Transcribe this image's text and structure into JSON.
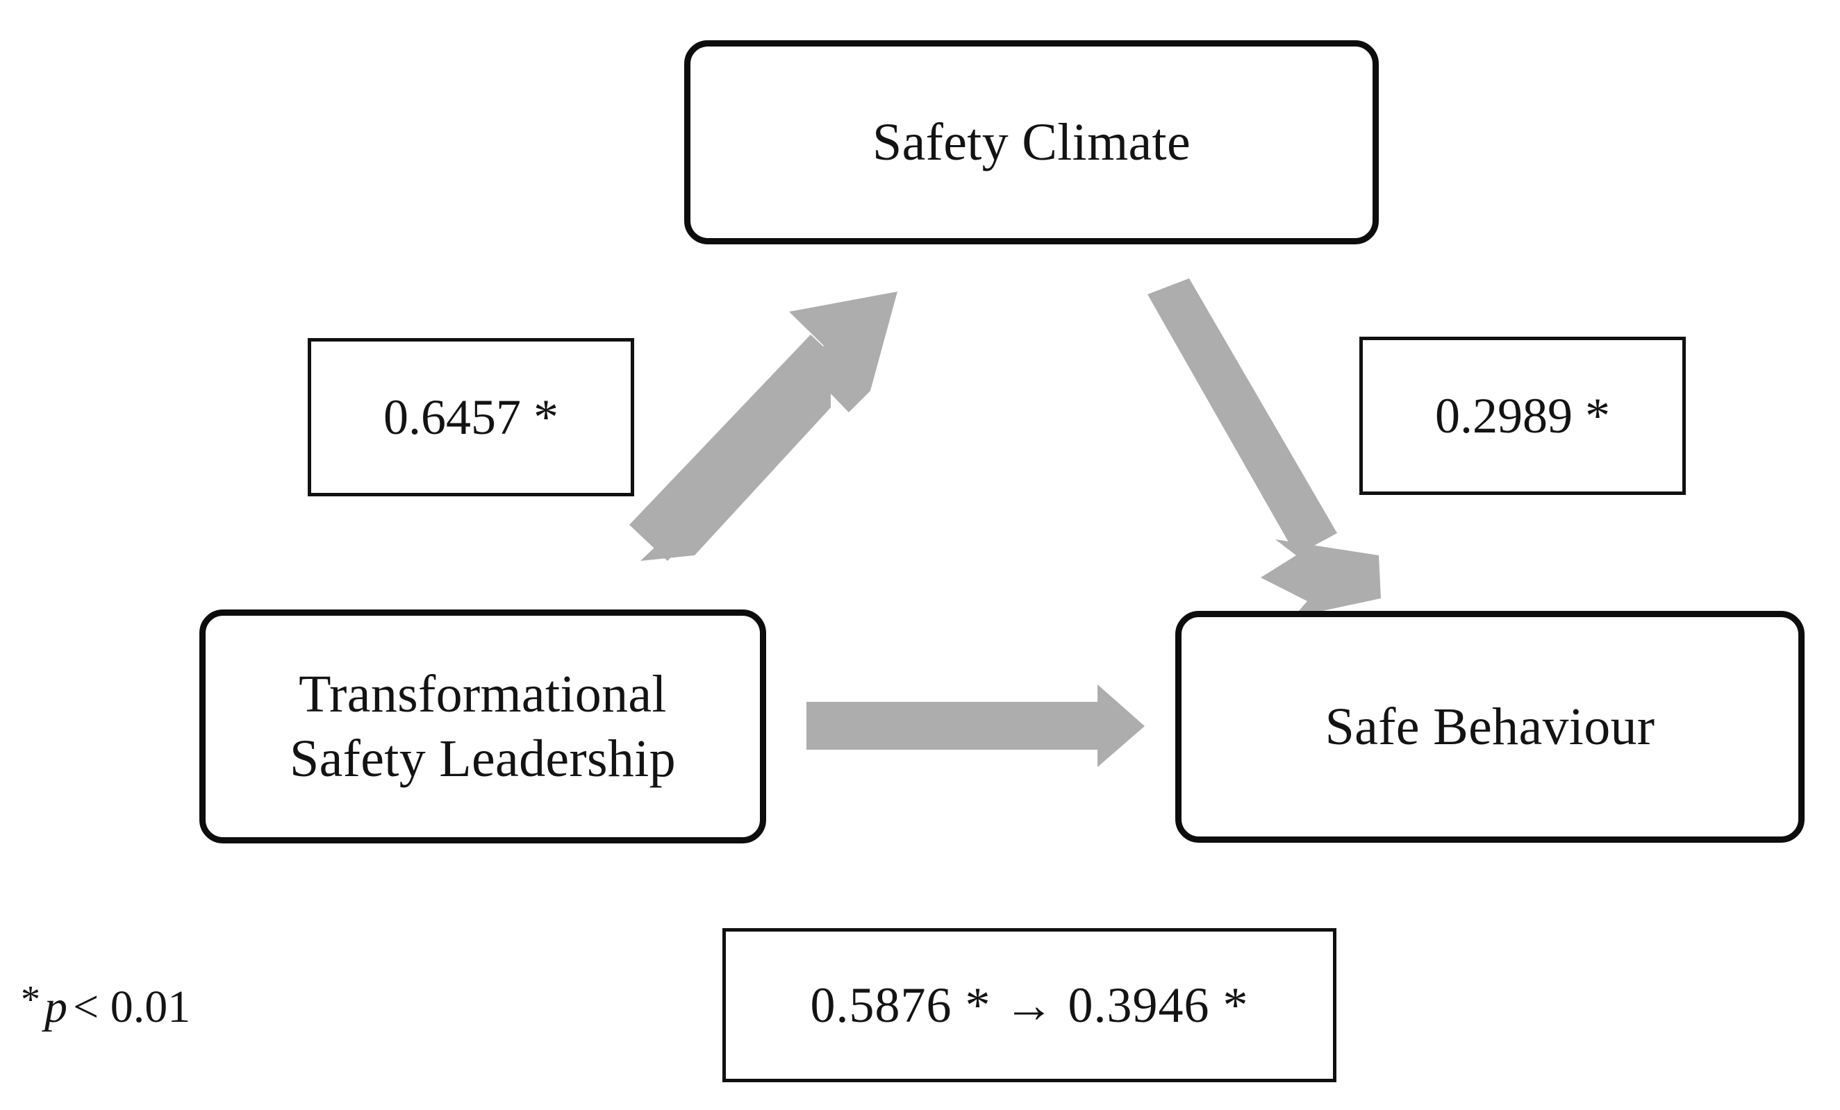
{
  "figure": {
    "type": "path-mediation-diagram",
    "background_color": "#ffffff",
    "box_border_color": "#0d0d0d",
    "arrow_color": "#adadad",
    "text_color": "#131313"
  },
  "nodes": [
    {
      "id": "safety-climate",
      "label": "Safety Climate",
      "role": "mediator",
      "shape": "rounded-rectangle"
    },
    {
      "id": "transformational-safety-leadership",
      "label": "Transformational\nSafety Leadership",
      "role": "predictor",
      "shape": "rounded-rectangle"
    },
    {
      "id": "safe-behaviour",
      "label": "Safe Behaviour",
      "role": "outcome",
      "shape": "rounded-rectangle"
    }
  ],
  "paths": [
    {
      "id": "path-a",
      "from": "transformational-safety-leadership",
      "to": "safety-climate",
      "coefficient_label": "0.6457 *",
      "coefficient": 0.6457,
      "significant": true
    },
    {
      "id": "path-b",
      "from": "safety-climate",
      "to": "safe-behaviour",
      "coefficient_label": "0.2989 *",
      "coefficient": 0.2989,
      "significant": true
    },
    {
      "id": "path-c",
      "from": "transformational-safety-leadership",
      "to": "safe-behaviour",
      "coefficient_label": "0.5876 * → 0.3946 *",
      "total_effect": 0.5876,
      "direct_effect": 0.3946,
      "significant": true
    }
  ],
  "footnote": {
    "star": "*",
    "p_symbol": "p",
    "condition": "< 0.01",
    "full_text": "* p < 0.01"
  }
}
